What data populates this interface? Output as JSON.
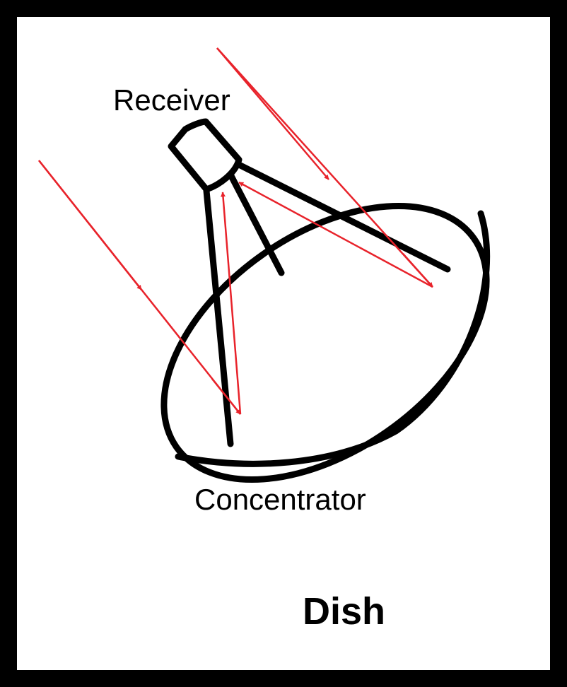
{
  "diagram": {
    "labels": {
      "receiver": "Receiver",
      "concentrator": "Concentrator",
      "title": "Dish"
    },
    "colors": {
      "frame": "#000000",
      "structure": "#000000",
      "ray": "#e8232b",
      "background": "#ffffff"
    }
  }
}
